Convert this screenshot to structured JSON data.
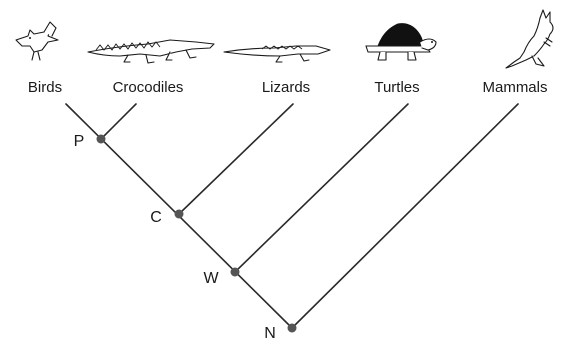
{
  "taxa": [
    {
      "label": "Birds",
      "icon": "bird-icon"
    },
    {
      "label": "Crocodiles",
      "icon": "crocodile-icon"
    },
    {
      "label": "Lizards",
      "icon": "lizard-icon"
    },
    {
      "label": "Turtles",
      "icon": "turtle-icon"
    },
    {
      "label": "Mammals",
      "icon": "kangaroo-icon"
    }
  ],
  "nodes": [
    {
      "label": "P"
    },
    {
      "label": "C"
    },
    {
      "label": "W"
    },
    {
      "label": "N"
    }
  ],
  "colors": {
    "line": "#2a2a2a",
    "node": "#555555",
    "shell": "#111111"
  }
}
